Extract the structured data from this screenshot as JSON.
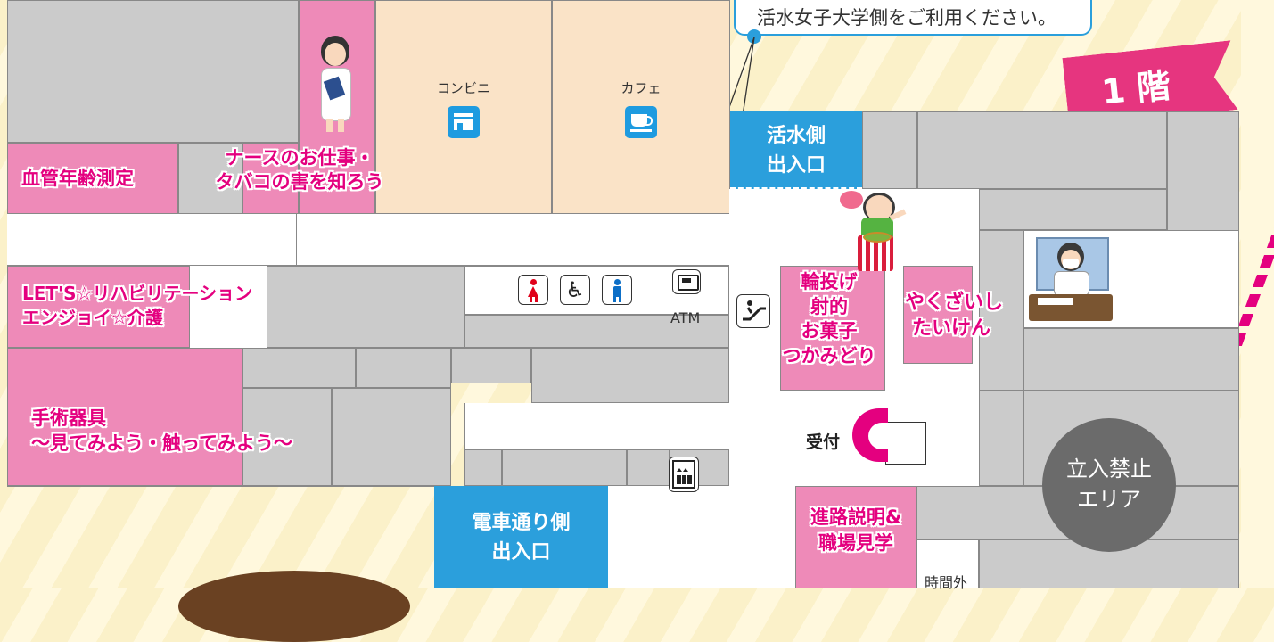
{
  "notice": {
    "text": "活水女子大学側をご利用ください。"
  },
  "floor_banner": {
    "label": "1 階",
    "color": "#e6357f"
  },
  "shops": {
    "convenience": "コンビニ",
    "cafe": "カフェ"
  },
  "entrances": {
    "kassui": [
      "活水側",
      "出入口"
    ],
    "densha": [
      "電車通り側",
      "出入口"
    ]
  },
  "booths": {
    "vascular": "血管年齢測定",
    "nurse": [
      "ナースのお仕事・",
      "タバコの害を知ろう"
    ],
    "rehab": [
      "LET'S☆リハビリテーション",
      "エンジョイ☆介護"
    ],
    "surgical": [
      "手術器具",
      "〜見てみよう・触ってみよう〜"
    ],
    "games": [
      "輪投げ",
      "射的",
      "お菓子",
      "つかみどり"
    ],
    "pharmacist": [
      "やくざいし",
      "たいけん"
    ],
    "career": [
      "進路説明&",
      "職場見学"
    ]
  },
  "reception": "受付",
  "atm": "ATM",
  "restricted": [
    "立入禁止",
    "エリア"
  ],
  "after_hours": "時間外",
  "icons": [
    "womens-restroom-icon",
    "accessible-restroom-icon",
    "mens-restroom-icon",
    "atm-icon",
    "escalator-icon",
    "elevator-icon",
    "store-icon",
    "coffee-cup-icon"
  ],
  "colors": {
    "booth_pink": "#ee8ab8",
    "label_magenta": "#e4007f",
    "entrance_blue": "#2b9fdc",
    "shop_peach": "#fae3c7",
    "room_gray": "#cbcbcb"
  }
}
